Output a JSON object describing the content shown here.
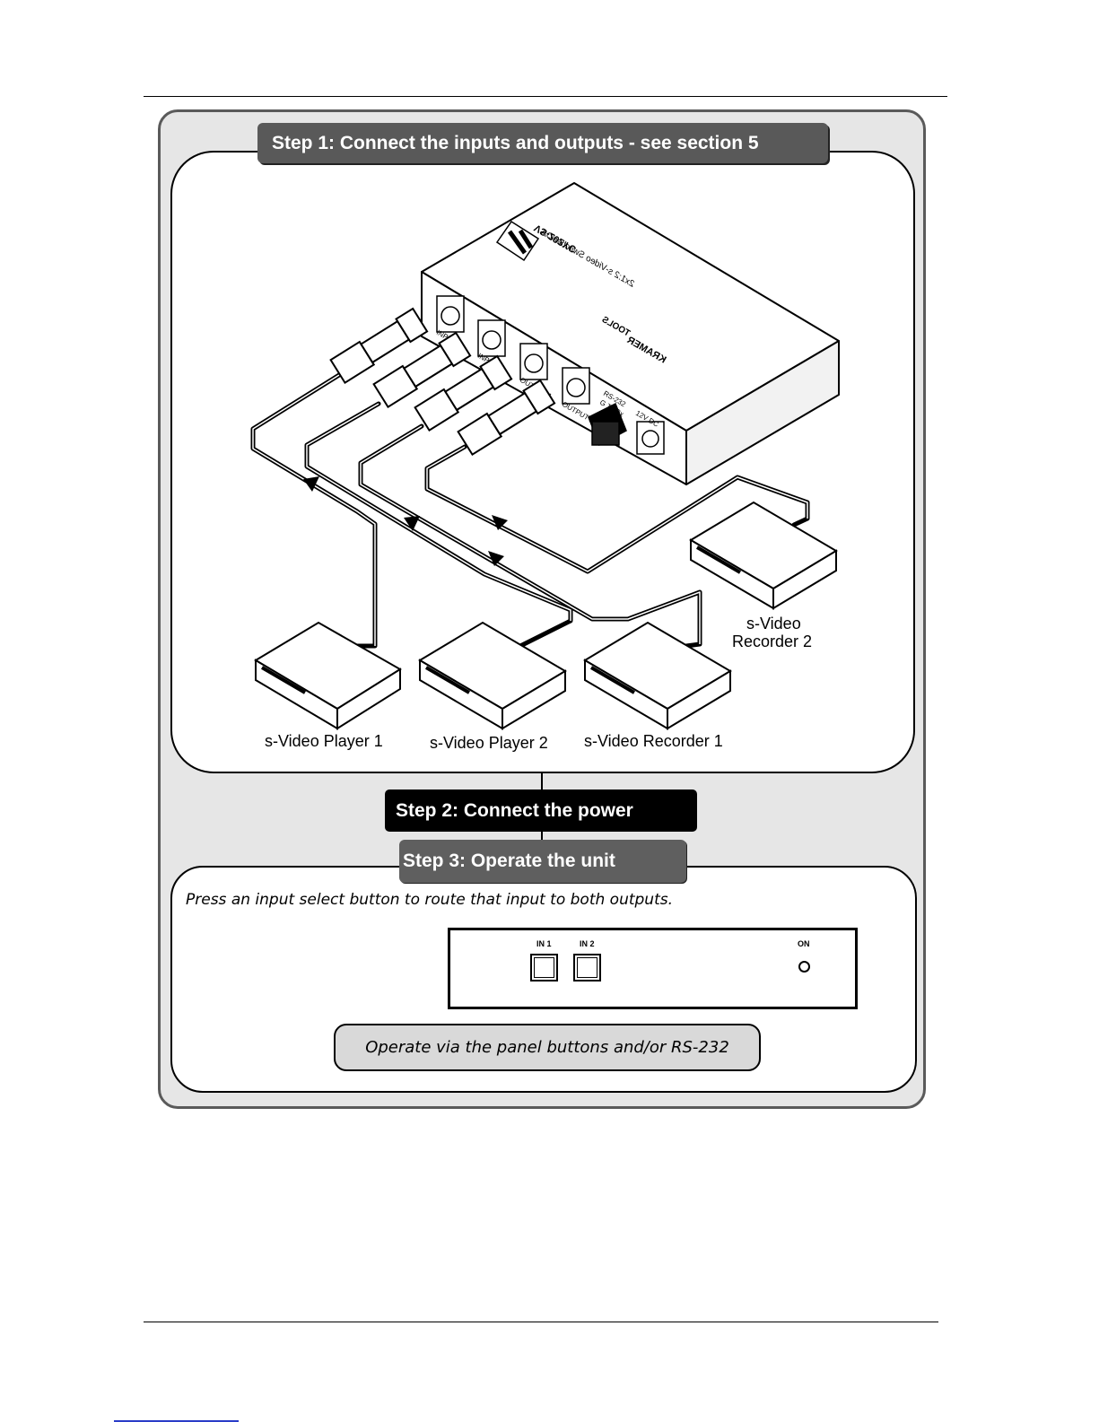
{
  "steps": {
    "step1": "Step 1: Connect the inputs and outputs - see section 5",
    "step2": "Step 2: Connect the power",
    "step3": "Step 3: Operate the unit"
  },
  "device": {
    "brand": "KRAMER",
    "brand_tools": "TOOLS",
    "model": "VS-202YC",
    "description": "2x1:2 s-Video Switcher/DA",
    "ports": [
      "INPUT 1",
      "INPUT 2",
      "OUTPUT 1",
      "OUTPUT 2",
      "RS-232",
      "G Tx Rx",
      "12V DC"
    ]
  },
  "labels": {
    "player1": "s-Video Player 1",
    "player2": "s-Video Player 2",
    "recorder1": "s-Video Recorder 1",
    "recorder2_line1": "s-Video",
    "recorder2_line2": "Recorder 2"
  },
  "instruction": "Press an input select button to route that input to both outputs.",
  "front_panel": {
    "in1": "IN 1",
    "in2": "IN 2",
    "on": "ON"
  },
  "note": "Operate via the panel buttons and/or RS-232"
}
